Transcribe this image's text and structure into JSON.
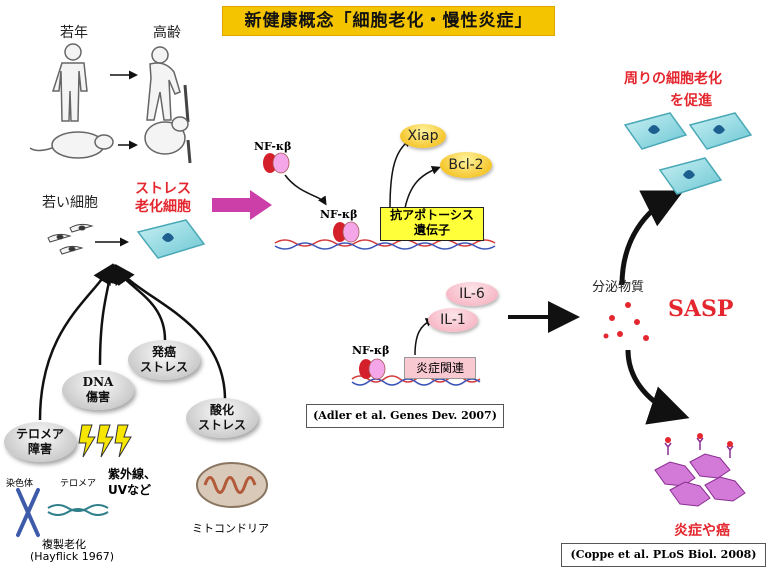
{
  "title": "新健康概念「細胞老化・慢性炎症」",
  "aging": {
    "young": "若年",
    "old": "高齢"
  },
  "cells": {
    "young": "若い細胞",
    "stress_line1": "ストレス",
    "stress_line2": "老化細胞"
  },
  "stressors": {
    "telomere": [
      "テロメア",
      "障害"
    ],
    "dna": [
      "DNA",
      "傷害"
    ],
    "oncogenic": [
      "発癌",
      "ストレス"
    ],
    "oxidative": [
      "酸化",
      "ストレス"
    ],
    "uv": [
      "紫外線、",
      "UVなど"
    ],
    "chromosome": "染色体",
    "telomere_small": "テロメア",
    "replicative_line1": "複製老化",
    "replicative_line2": "(Hayflick 1967)",
    "mitochondria": "ミトコンドリア"
  },
  "nfkb": {
    "label": "NF-κβ",
    "xiap": "Xiap",
    "bcl2": "Bcl-2",
    "anti_apoptosis": [
      "抗アポトーシス",
      "遺伝子"
    ],
    "il6": "IL-6",
    "il1": "IL-1",
    "inflammation_gene": "炎症関連",
    "citation": "(Adler et al. Genes Dev. 2007)"
  },
  "sasp": {
    "secreted": "分泌物質",
    "label": "SASP",
    "promote_line1": "周りの細胞老化",
    "promote_line2": "を促進",
    "outcome": "炎症や癌",
    "citation": "(Coppe et al. PLoS Biol. 2008)"
  },
  "colors": {
    "title_bg": "#f5c400",
    "accent_red": "#e4272f",
    "arrow_magenta": "#cc3ea8",
    "cell_teal": "#7fd3dc"
  }
}
